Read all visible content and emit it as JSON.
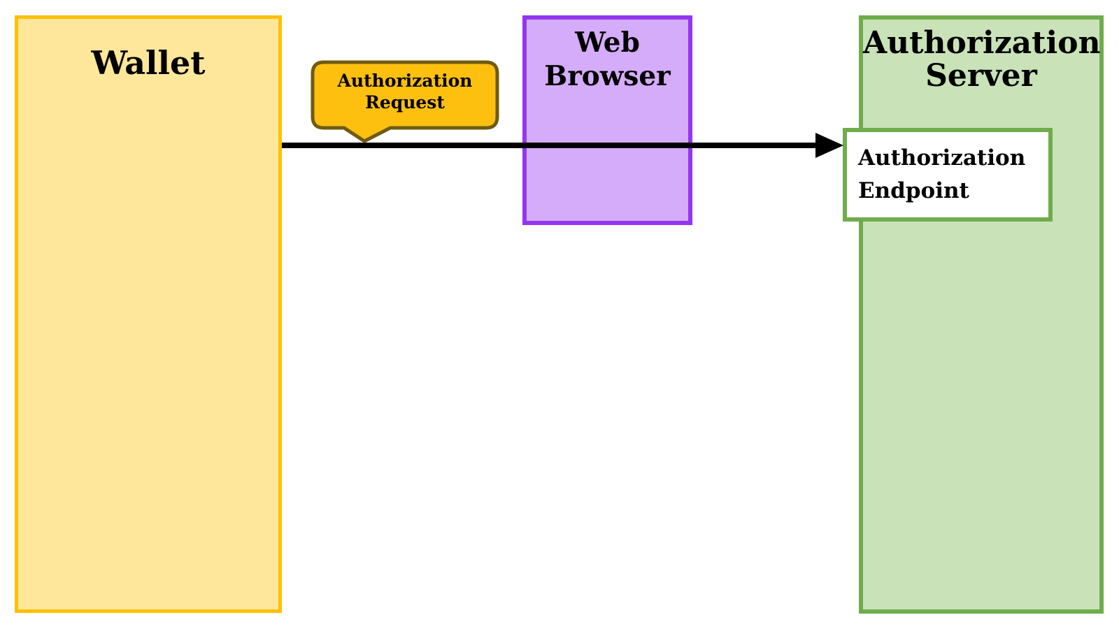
{
  "canvas": {
    "background": "#FFFFFF"
  },
  "nodes": {
    "wallet": {
      "label": "Wallet",
      "fill": "#FEE69A",
      "border": "#FFC003"
    },
    "web_browser": {
      "lines": [
        "Web",
        "Browser"
      ],
      "fill": "#D5ACFA",
      "border": "#9336F0"
    },
    "authorization_server": {
      "lines": [
        "Authorization",
        "Server"
      ],
      "fill": "#C9E2B8",
      "border": "#6FAC4C"
    },
    "authorization_endpoint": {
      "lines": [
        "Authorization",
        "Endpoint"
      ],
      "fill": "#FFFFFF",
      "border": "#6FAC4C"
    }
  },
  "callout": {
    "lines": [
      "Authorization",
      "Request"
    ],
    "fill": "#FDC00F",
    "border": "#6F5B11",
    "text_color": "#000000"
  },
  "edge": {
    "from": "Wallet",
    "to": "Authorization Endpoint",
    "label": "Authorization Request",
    "color": "#000000"
  }
}
